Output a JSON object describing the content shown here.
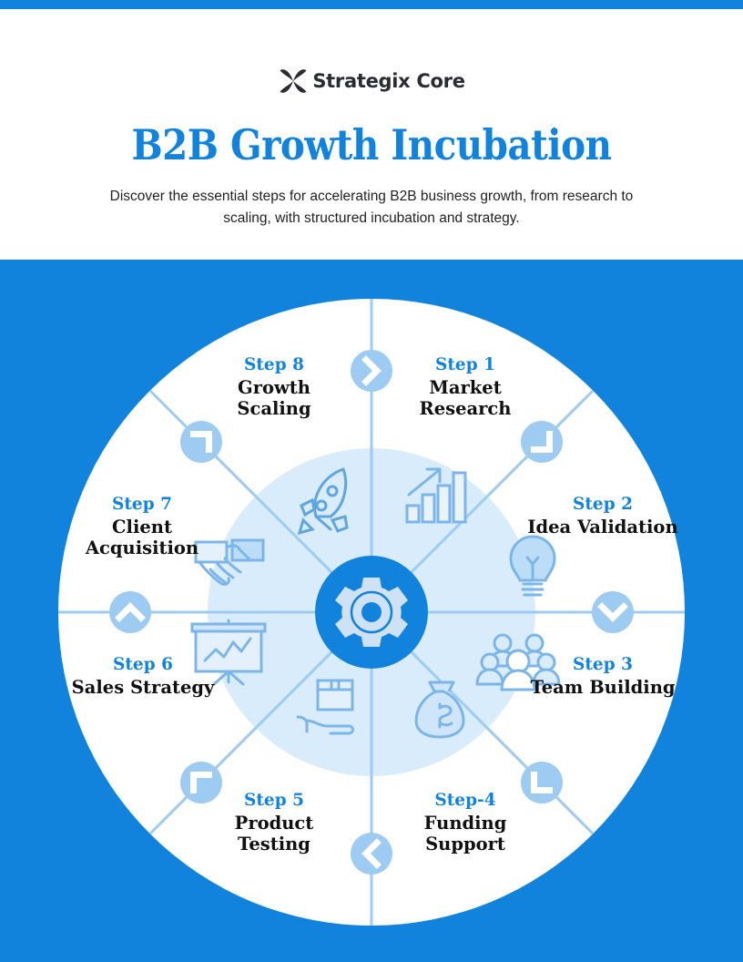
{
  "brand": {
    "logo_icon": "four-petal-x-mark",
    "name": "Strategix Core"
  },
  "header": {
    "title": "B2B Growth Incubation",
    "subtitle": "Discover the essential steps for accelerating B2B business growth, from research to scaling, with structured incubation and strategy."
  },
  "colors": {
    "primary_blue": "#1183dd",
    "light_blue": "#9ecbf2",
    "pale_blue": "#d9ecfb",
    "icon_blue": "#b5d7f4",
    "text_dark": "#111111",
    "white": "#ffffff"
  },
  "diagram": {
    "type": "segmented-circle-wheel",
    "segment_count": 8,
    "center": {
      "icon": "gear-icon"
    },
    "steps": [
      {
        "step": "Step 1",
        "name": "Market Research",
        "icon": "bar-chart-growth-icon",
        "marker": "chevron-right-icon"
      },
      {
        "step": "Step 2",
        "name": "Idea Validation",
        "icon": "lightbulb-icon",
        "marker": "chevron-down-right-icon"
      },
      {
        "step": "Step 3",
        "name": "Team Building",
        "icon": "people-group-icon",
        "marker": "chevron-down-icon"
      },
      {
        "step": "Step-4",
        "name": "Funding Support",
        "icon": "money-bag-icon",
        "marker": "chevron-down-left-icon"
      },
      {
        "step": "Step 5",
        "name": "Product Testing",
        "icon": "hand-package-icon",
        "marker": "chevron-left-icon"
      },
      {
        "step": "Step 6",
        "name": "Sales Strategy",
        "icon": "presentation-chart-icon",
        "marker": "chevron-up-left-icon"
      },
      {
        "step": "Step 7",
        "name": "Client Acquisition",
        "icon": "handshake-icon",
        "marker": "chevron-up-icon"
      },
      {
        "step": "Step 8",
        "name": "Growth Scaling",
        "icon": "rocket-icon",
        "marker": "chevron-up-right-icon"
      }
    ]
  }
}
